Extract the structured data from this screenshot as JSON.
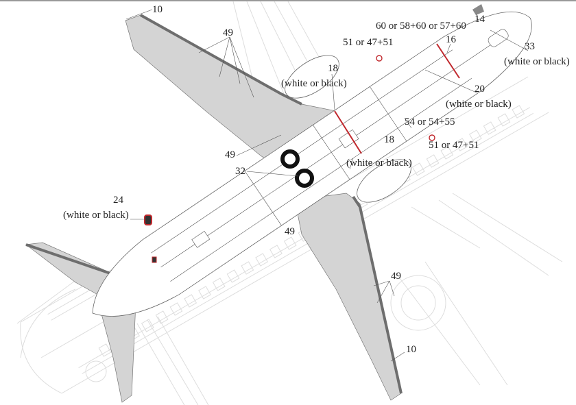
{
  "labels": {
    "l10_top": "10",
    "l49_top": "49",
    "l51_top": "51 or 47+51",
    "l60": "60 or 58+60 or 57+60",
    "l16": "16",
    "l14": "14",
    "l33": "33",
    "l33_note": "(white or black)",
    "l18_top": "18",
    "l18_top_note": "(white or black)",
    "l20": "20",
    "l20_note": "(white or black)",
    "l54": "54 or 54+55",
    "l18_bot": "18",
    "l18_bot_note": "(white or black)",
    "l51_bot": "51 or 47+51",
    "l49_left": "49",
    "l32": "32",
    "l24": "24",
    "l24_note": "(white or black)",
    "l49_mid": "49",
    "l49_right": "49",
    "l10_bot": "10"
  },
  "colors": {
    "wing": "#d4d4d4",
    "leading_edge": "#6e6e6e",
    "red_line": "#c0282d",
    "ghost": "#dddddd"
  }
}
